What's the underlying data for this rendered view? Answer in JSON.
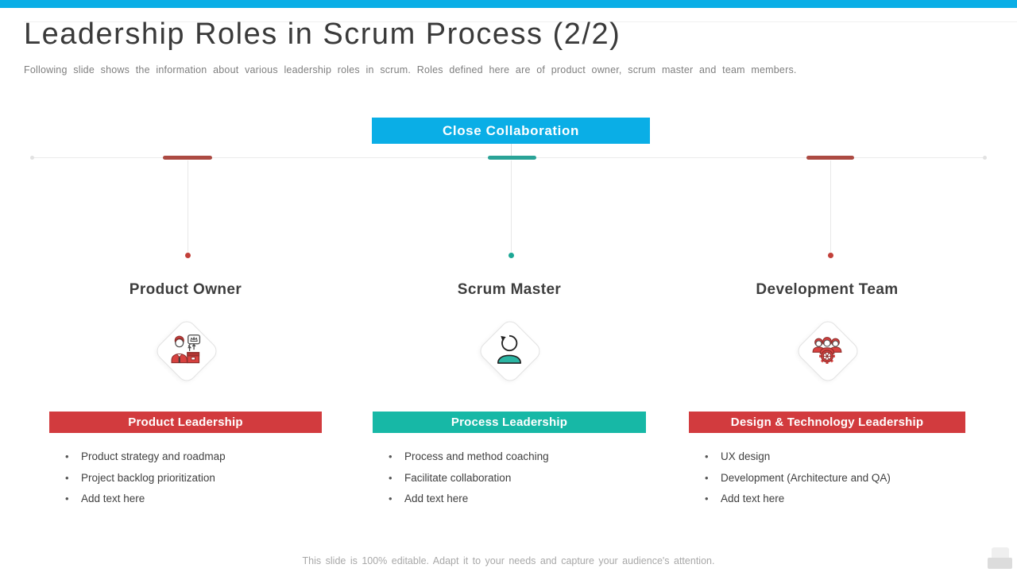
{
  "slide": {
    "title": "Leadership Roles in Scrum Process (2/2)",
    "subtitle": "Following slide shows the information about various leadership roles in scrum. Roles defined here are of product owner, scrum master and team members.",
    "footer": "This slide is 100% editable. Adapt it to your needs and capture your audience's attention."
  },
  "banner": {
    "label": "Close Collaboration",
    "color": "#0aaee6"
  },
  "colors": {
    "top_bar": "#0aaee6",
    "accent_red": "#d23b3e",
    "accent_teal": "#17b8a6",
    "segment_red": "#ac4a42",
    "segment_teal": "#2aa397",
    "dot_red": "#c2403a",
    "dot_teal": "#1ca795"
  },
  "columns": [
    {
      "role": "Product Owner",
      "icon": "product-owner-icon",
      "header": {
        "label": "Product Leadership",
        "color": "#d23b3e"
      },
      "bullets": [
        "Product strategy and roadmap",
        "Project backlog prioritization",
        "Add text here"
      ]
    },
    {
      "role": "Scrum Master",
      "icon": "scrum-master-icon",
      "header": {
        "label": "Process Leadership",
        "color": "#17b8a6"
      },
      "bullets": [
        "Process and method coaching",
        "Facilitate collaboration",
        "Add text here"
      ]
    },
    {
      "role": "Development Team",
      "icon": "development-team-icon",
      "header": {
        "label": "Design & Technology Leadership",
        "color": "#d23b3e"
      },
      "bullets": [
        "UX design",
        "Development (Architecture and QA)",
        "Add text here"
      ]
    }
  ]
}
